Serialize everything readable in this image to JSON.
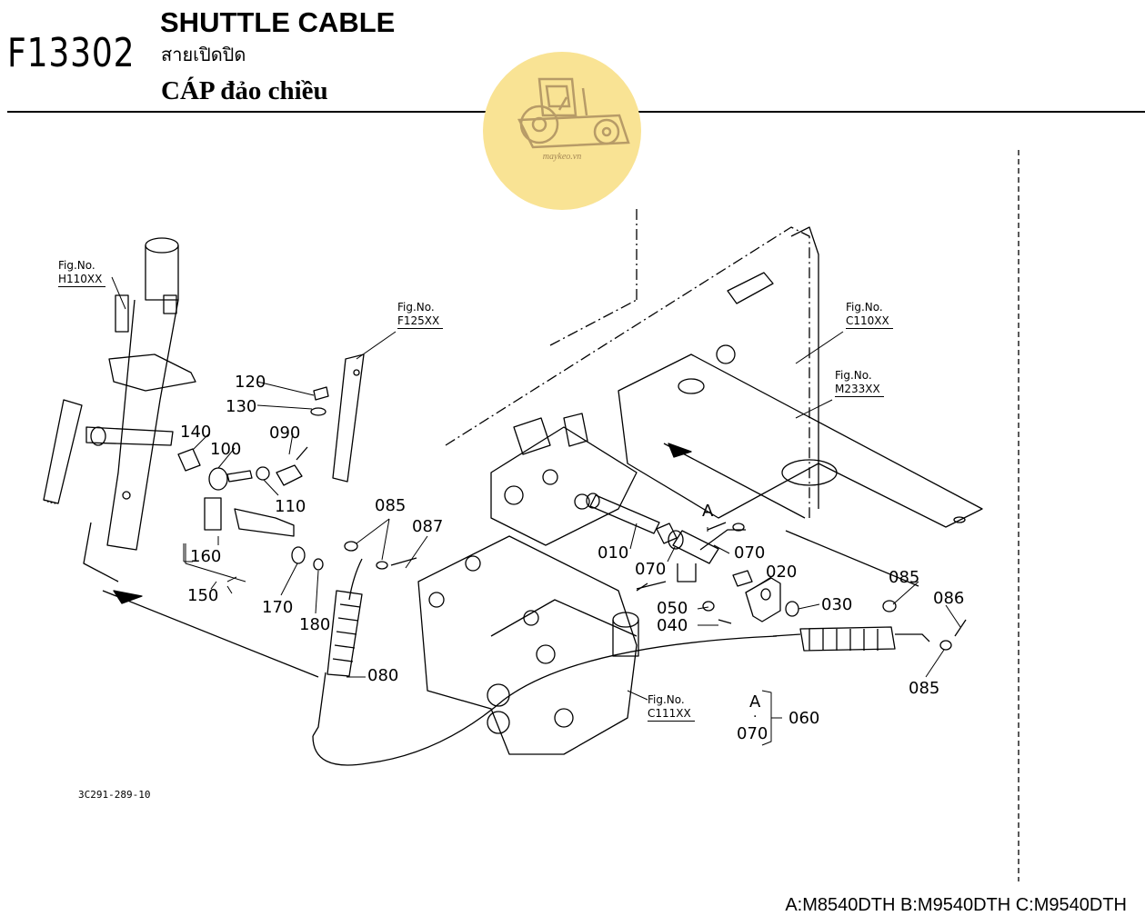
{
  "header": {
    "code": "F13302",
    "title_en": "SHUTTLE CABLE",
    "title_th": "สายเปิดปิด",
    "title_vi": "CÁP đảo chiều"
  },
  "logo": {
    "text": "maykeo.vn",
    "icon": "tractor-icon",
    "bg_color": "#f9e394",
    "fg_color": "#b79b67"
  },
  "figure_refs": [
    {
      "label": "Fig.No.",
      "ref": "H110XX"
    },
    {
      "label": "Fig.No.",
      "ref": "F125XX"
    },
    {
      "label": "Fig.No.",
      "ref": "C110XX"
    },
    {
      "label": "Fig.No.",
      "ref": "M233XX"
    },
    {
      "label": "Fig.No.",
      "ref": "C111XX"
    }
  ],
  "parts": [
    "120",
    "130",
    "090",
    "140",
    "100",
    "110",
    "160",
    "150",
    "170",
    "180",
    "085",
    "087",
    "080",
    "010",
    "070",
    "070",
    "020",
    "050",
    "040",
    "030",
    "085",
    "086",
    "085",
    "060",
    "070"
  ],
  "callouts": [
    "A",
    "A"
  ],
  "drawing_number": "3C291-289-10",
  "models": "A:M8540DTH B:M9540DTH C:M9540DTH"
}
